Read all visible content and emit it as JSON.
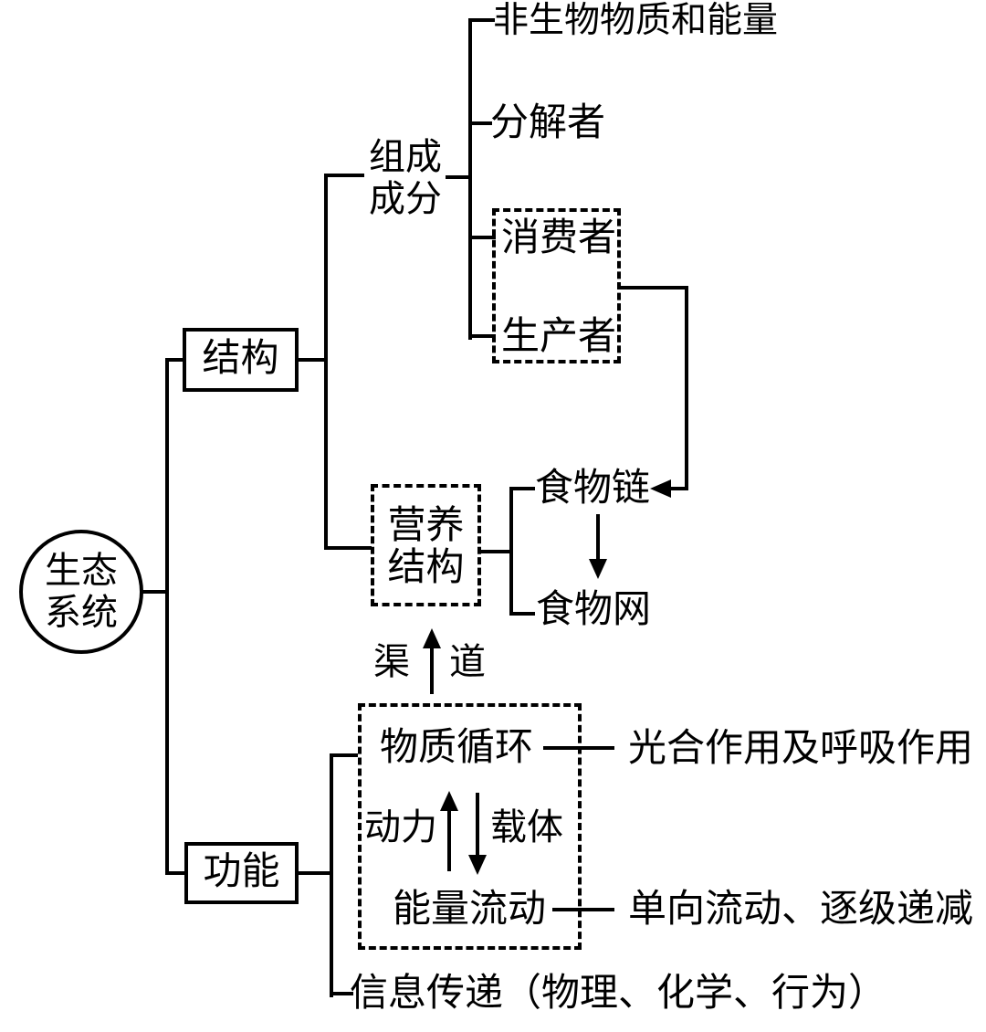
{
  "ink_color": "#000000",
  "background_color": "#ffffff",
  "root": {
    "line1": "生态",
    "line2": "系统"
  },
  "structure": {
    "label": "结构",
    "components": {
      "label_line1": "组成",
      "label_line2": "成分",
      "items": [
        "非生物物质和能量",
        "分解者",
        "消费者",
        "生产者"
      ]
    },
    "trophic": {
      "label_line1": "营养",
      "label_line2": "结构",
      "food_chain": "食物链",
      "food_web": "食物网"
    }
  },
  "function": {
    "label": "功能",
    "channel": {
      "left": "渠",
      "right": "道"
    },
    "matter_cycle": {
      "label": "物质循环",
      "note": "光合作用及呼吸作用"
    },
    "energy_flow": {
      "label": "能量流动",
      "note": "单向流动、逐级递减"
    },
    "power": "动力",
    "carrier": "载体",
    "info_transfer": "信息传递（物理、化学、行为）"
  }
}
